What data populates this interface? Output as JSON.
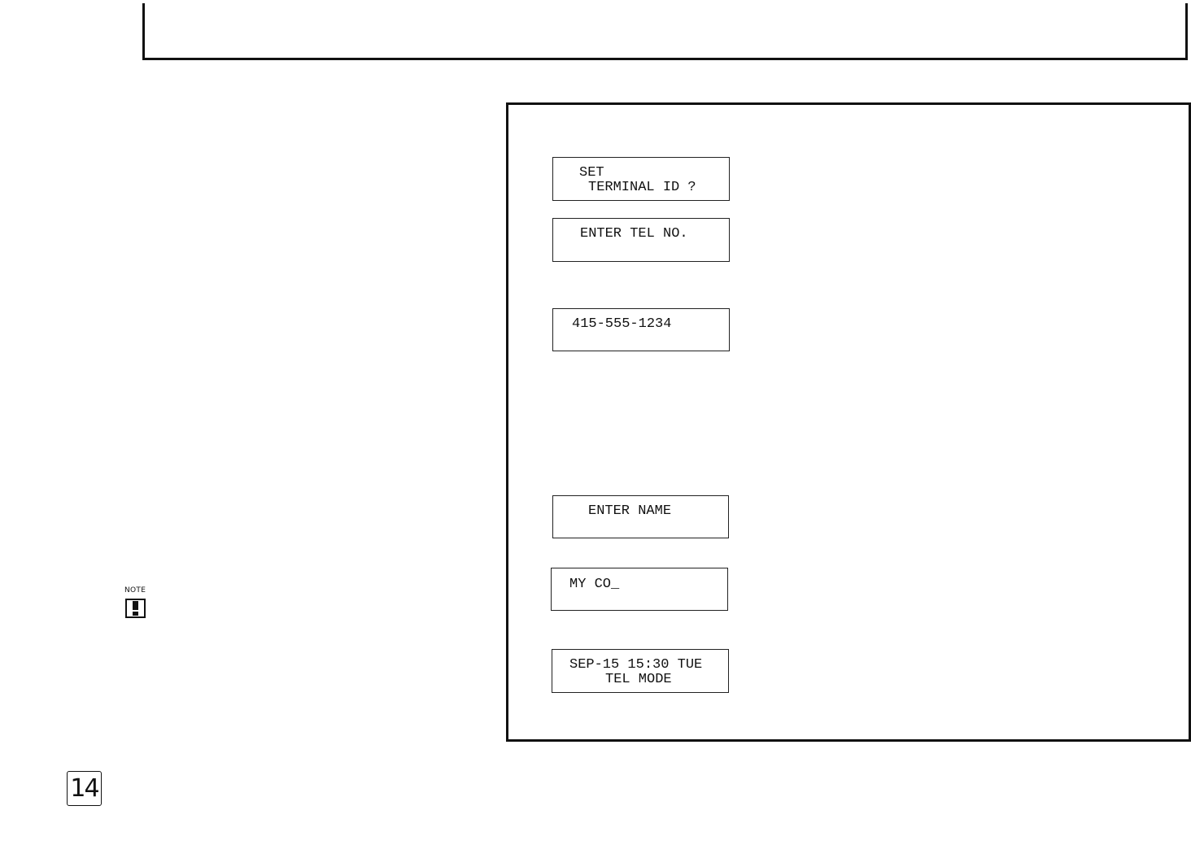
{
  "displays": [
    {
      "line1": "SET",
      "line2": "TERMINAL ID ?"
    },
    {
      "line1": "ENTER TEL NO.",
      "line2": ""
    },
    {
      "line1": "415-555-1234",
      "line2": ""
    },
    {
      "line1": "ENTER NAME",
      "line2": ""
    },
    {
      "line1": "MY CO_",
      "line2": ""
    },
    {
      "line1": "SEP-15 15:30 TUE",
      "line2": "TEL MODE"
    }
  ],
  "note": {
    "label": "NOTE",
    "icon": "exclamation-note-icon"
  },
  "page": {
    "number": "14"
  }
}
